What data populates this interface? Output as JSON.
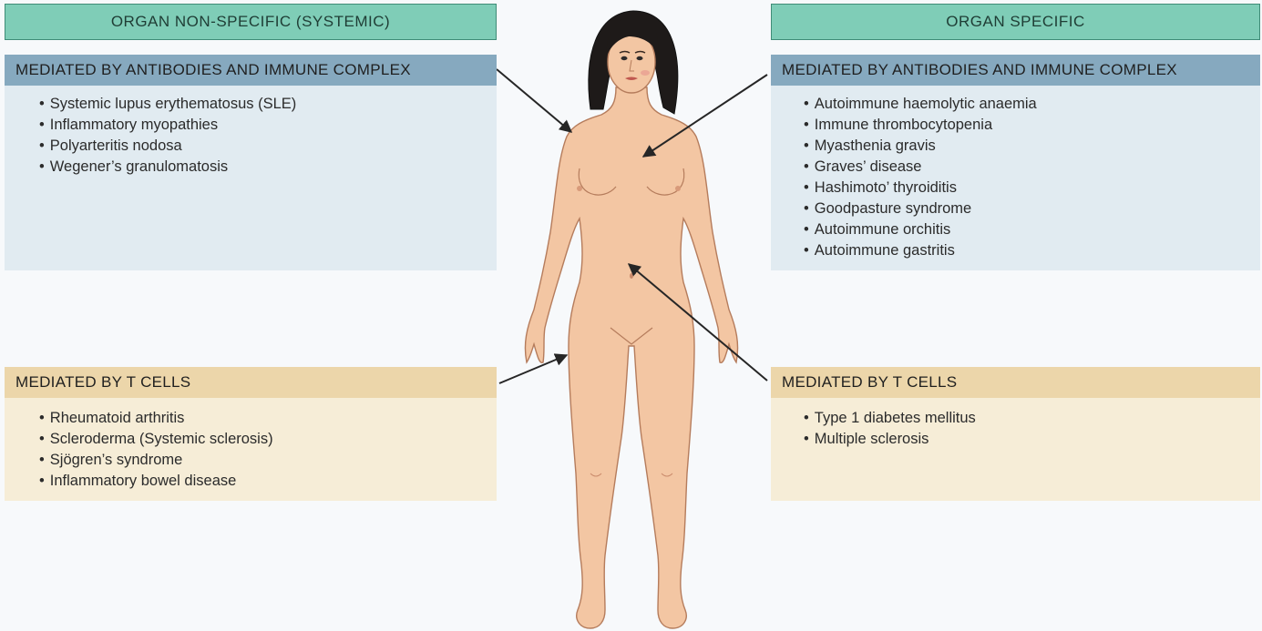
{
  "headers": {
    "left": "ORGAN NON-SPECIFIC (SYSTEMIC)",
    "right": "ORGAN SPECIFIC"
  },
  "panels": {
    "systemic_antibody": {
      "title": "MEDIATED BY ANTIBODIES AND IMMUNE COMPLEX",
      "items": [
        "Systemic lupus erythematosus (SLE)",
        "Inflammatory myopathies",
        "Polyarteritis nodosa",
        "Wegener’s granulomatosis"
      ]
    },
    "specific_antibody": {
      "title": "MEDIATED BY ANTIBODIES AND IMMUNE COMPLEX",
      "items": [
        "Autoimmune haemolytic anaemia",
        "Immune thrombocytopenia",
        "Myasthenia gravis",
        "Graves’ disease",
        "Hashimoto’ thyroiditis",
        "Goodpasture syndrome",
        "Autoimmune orchitis",
        "Autoimmune gastritis"
      ]
    },
    "systemic_tcell": {
      "title": "MEDIATED BY T CELLS",
      "items": [
        "Rheumatoid arthritis",
        "Scleroderma (Systemic sclerosis)",
        "Sjögren’s syndrome",
        "Inflammatory bowel disease"
      ]
    },
    "specific_tcell": {
      "title": "MEDIATED BY T CELLS",
      "items": [
        "Type 1 diabetes mellitus",
        "Multiple sclerosis"
      ]
    }
  },
  "colors": {
    "header_fill": "#7fcdb7",
    "antibody_title": "#86a9bf",
    "antibody_body": "#e1ebf1",
    "tcell_title": "#ecd6aa",
    "tcell_body": "#f6edd7",
    "skin": "#f3c6a3",
    "hair": "#1e1a19",
    "arrow": "#262626"
  }
}
